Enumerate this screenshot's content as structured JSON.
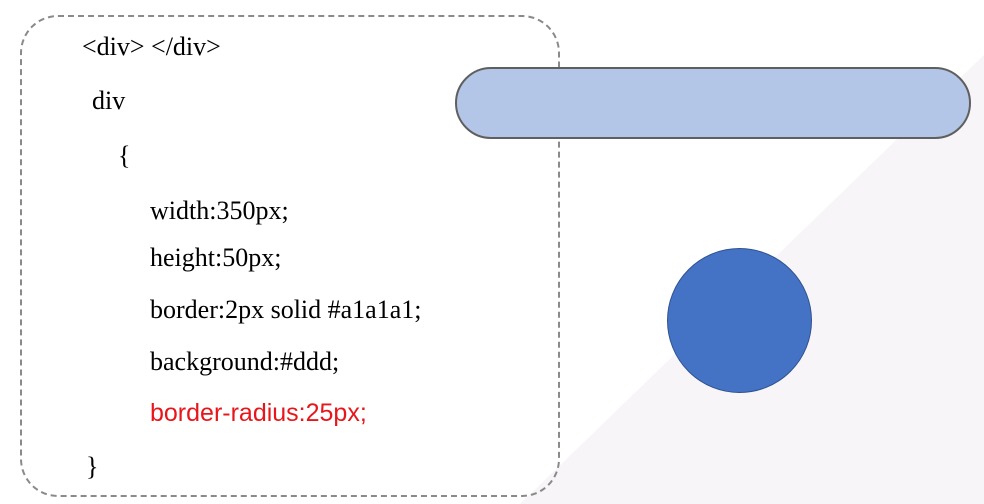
{
  "code": {
    "tag_line": "<div> </div>",
    "selector": "div",
    "open_brace": "{",
    "width_decl": "width:350px;",
    "height_decl": "height:50px;",
    "border_decl": "border:2px solid #a1a1a1;",
    "background_decl": "background:#ddd;",
    "radius_decl": "border-radius:25px;",
    "close_brace": "}"
  },
  "colors": {
    "highlight": "#e8161b",
    "pill_fill": "#b4c6e7",
    "pill_border": "#5f5f5f",
    "circle_fill": "#4472c4",
    "background_wedge": "#f7f5f7"
  },
  "shapes": {
    "pill": "rounded-rectangle",
    "circle": "circle"
  }
}
